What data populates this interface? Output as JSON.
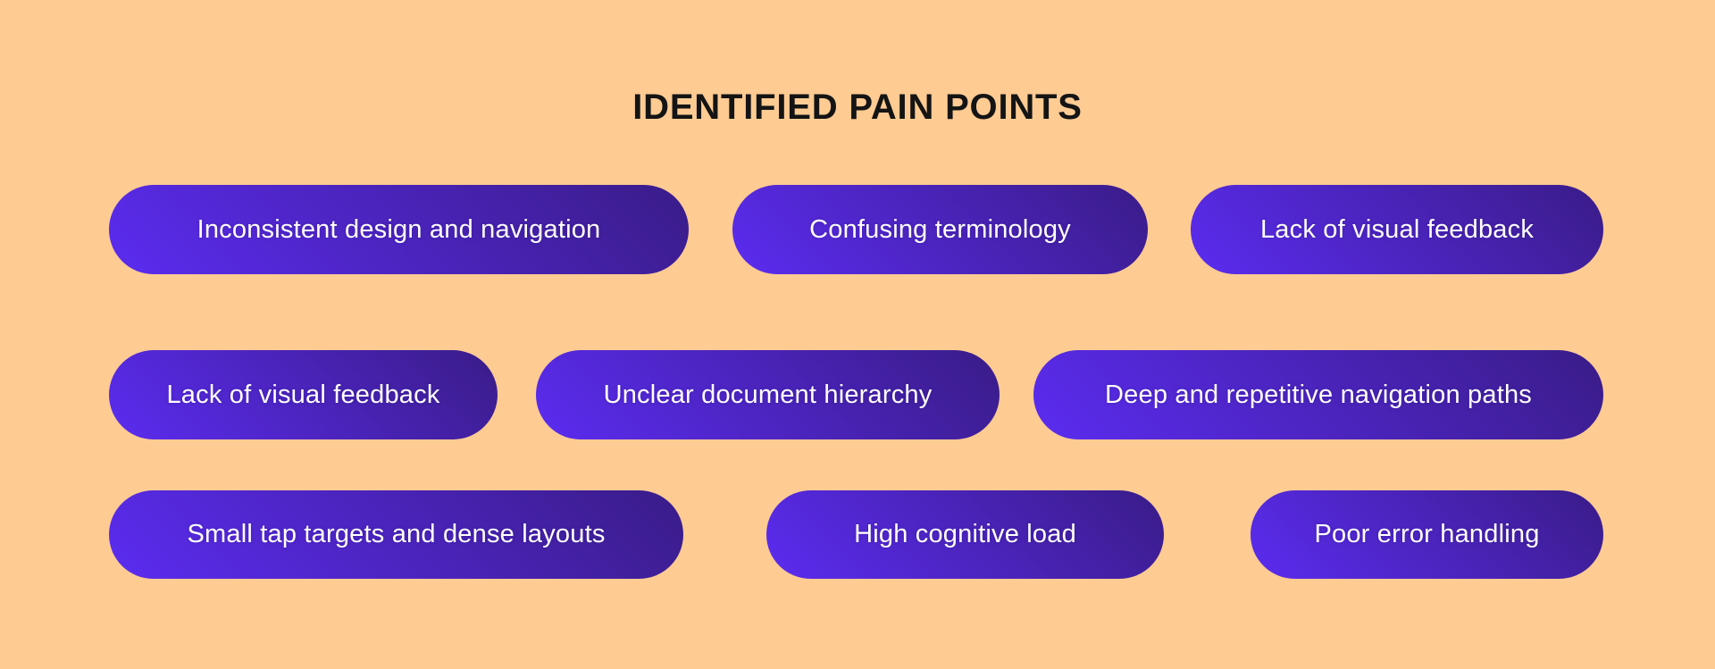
{
  "title": "IDENTIFIED PAIN POINTS",
  "colors": {
    "background": "#FECB93",
    "pill_gradient_start": "#5B2CF0",
    "pill_gradient_end": "#3A1C88",
    "pill_text": "#FFFFFF",
    "title_text": "#141414"
  },
  "rows": [
    {
      "pills": [
        {
          "label": "Inconsistent design and navigation"
        },
        {
          "label": "Confusing terminology"
        },
        {
          "label": "Lack of visual feedback"
        }
      ]
    },
    {
      "pills": [
        {
          "label": "Lack of visual feedback"
        },
        {
          "label": "Unclear document hierarchy"
        },
        {
          "label": "Deep and repetitive navigation paths"
        }
      ]
    },
    {
      "pills": [
        {
          "label": "Small tap targets and dense layouts"
        },
        {
          "label": "High cognitive load"
        },
        {
          "label": "Poor error handling"
        }
      ]
    }
  ]
}
